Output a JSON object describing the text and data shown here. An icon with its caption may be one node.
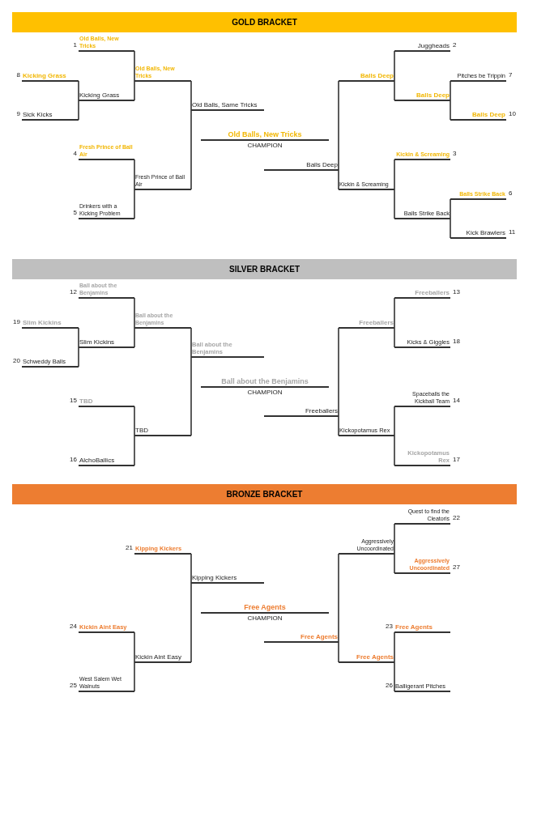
{
  "diagram": {
    "nodes": [
      {
        "text": [
          "GOLD BRACKET"
        ]
      },
      {
        "text": [
          "Old Balls, New Tricks"
        ],
        "beside": [
          "1"
        ]
      },
      {
        "text": [
          "Kicking Grass"
        ],
        "beside": [
          "8"
        ]
      },
      {
        "text": [
          "Sick Kicks"
        ],
        "beside": [
          "9"
        ]
      },
      {
        "text": [
          "Kicking Grass"
        ]
      },
      {
        "text": [
          "Old Balls, New Tricks"
        ]
      },
      {
        "text": [
          "Fresh Prince of Ball Air"
        ],
        "beside": [
          "4"
        ]
      },
      {
        "text": [
          "Drinkers with a Kicking Problem"
        ],
        "beside": [
          "5"
        ]
      },
      {
        "text": [
          "Fresh Prince of Ball Air"
        ]
      },
      {
        "text": [
          "Old Balls, Same Tricks"
        ]
      },
      {
        "text": [
          "Old Balls, New Tricks",
          "CHAMPION"
        ]
      },
      {
        "text": [
          "Balls Deep"
        ]
      },
      {
        "text": [
          "Balls Deep"
        ]
      },
      {
        "text": [
          "Kickin & Screaming"
        ]
      },
      {
        "text": [
          "Juggheads"
        ],
        "beside": [
          "2"
        ]
      },
      {
        "text": [
          "Balls Deep"
        ]
      },
      {
        "text": [
          "Pitches be Trippin"
        ],
        "beside": [
          "7"
        ]
      },
      {
        "text": [
          "Balls Deep"
        ],
        "beside": [
          "10"
        ]
      },
      {
        "text": [
          "Kickin & Screaming"
        ],
        "beside": [
          "3"
        ]
      },
      {
        "text": [
          "Balls Strike Back"
        ]
      },
      {
        "text": [
          "Balls Strike Back"
        ],
        "beside": [
          "6"
        ]
      },
      {
        "text": [
          "Kick Brawlers"
        ],
        "beside": [
          "11"
        ]
      },
      {
        "text": [
          "SILVER BRACKET"
        ]
      },
      {
        "text": [
          "Ball about the Benjamins"
        ],
        "beside": [
          "12"
        ]
      },
      {
        "text": [
          "Slim Kickins"
        ],
        "beside": [
          "19"
        ]
      },
      {
        "text": [
          "Schweddy Balls"
        ],
        "beside": [
          "20"
        ]
      },
      {
        "text": [
          "Slim Kickins"
        ]
      },
      {
        "text": [
          "Ball about the Benjamins"
        ]
      },
      {
        "text": [
          "TBD"
        ],
        "beside": [
          "15"
        ]
      },
      {
        "text": [
          "AlchoBallics"
        ],
        "beside": [
          "16"
        ]
      },
      {
        "text": [
          "TBD"
        ]
      },
      {
        "text": [
          "Ball about the Benjamins"
        ]
      },
      {
        "text": [
          "Ball about the Benjamins",
          "CHAMPION"
        ]
      },
      {
        "text": [
          "Freeballers"
        ]
      },
      {
        "text": [
          "Freeballers"
        ]
      },
      {
        "text": [
          "Kickopotamus Rex"
        ]
      },
      {
        "text": [
          "Freeballers"
        ],
        "beside": [
          "13"
        ]
      },
      {
        "text": [
          "Kicks & Giggles"
        ],
        "beside": [
          "18"
        ]
      },
      {
        "text": [
          "Spaceballs the Kickball Team"
        ],
        "beside": [
          "14"
        ]
      },
      {
        "text": [
          "Kickopotamus Rex"
        ],
        "beside": [
          "17"
        ]
      },
      {
        "text": [
          "BRONZE BRACKET"
        ]
      },
      {
        "text": [
          "Kipping Kickers"
        ],
        "beside": [
          "21"
        ]
      },
      {
        "text": [
          "Kickin Aint Easy"
        ],
        "beside": [
          "24"
        ]
      },
      {
        "text": [
          "West Salem Wet Walnuts"
        ],
        "beside": [
          "25"
        ]
      },
      {
        "text": [
          "Kickin Aint Easy"
        ]
      },
      {
        "text": [
          "Kipping Kickers"
        ]
      },
      {
        "text": [
          "Free Agents",
          "CHAMPION"
        ]
      },
      {
        "text": [
          "Free Agents"
        ]
      },
      {
        "text": [
          "Aggressively Uncoordinated"
        ]
      },
      {
        "text": [
          "Free Agents"
        ]
      },
      {
        "text": [
          "Quest to find the Cleatoris"
        ],
        "beside": [
          "22"
        ]
      },
      {
        "text": [
          "Aggressively Uncoordinated"
        ],
        "beside": [
          "27"
        ]
      },
      {
        "text": [
          "Free Agents"
        ],
        "beside": [
          "23"
        ]
      },
      {
        "text": [
          "Balligerant Pitches"
        ],
        "beside": [
          "26"
        ]
      }
    ],
    "edges": [
      {
        "from": 2,
        "to": 4,
        "arrow": "none"
      },
      {
        "from": 3,
        "to": 4,
        "arrow": "none"
      },
      {
        "from": 1,
        "to": 5,
        "arrow": "none"
      },
      {
        "from": 4,
        "to": 5,
        "arrow": "none"
      },
      {
        "from": 6,
        "to": 8,
        "arrow": "none"
      },
      {
        "from": 7,
        "to": 8,
        "arrow": "none"
      },
      {
        "from": 5,
        "to": 9,
        "arrow": "none"
      },
      {
        "from": 8,
        "to": 9,
        "arrow": "none"
      },
      {
        "from": 16,
        "to": 15,
        "arrow": "none"
      },
      {
        "from": 17,
        "to": 15,
        "arrow": "none"
      },
      {
        "from": 14,
        "to": 12,
        "arrow": "none"
      },
      {
        "from": 15,
        "to": 12,
        "arrow": "none"
      },
      {
        "from": 20,
        "to": 19,
        "arrow": "none"
      },
      {
        "from": 21,
        "to": 19,
        "arrow": "none"
      },
      {
        "from": 18,
        "to": 13,
        "arrow": "none"
      },
      {
        "from": 19,
        "to": 13,
        "arrow": "none"
      },
      {
        "from": 12,
        "to": 11,
        "arrow": "none"
      },
      {
        "from": 13,
        "to": 11,
        "arrow": "none"
      },
      {
        "from": 24,
        "to": 26,
        "arrow": "none"
      },
      {
        "from": 25,
        "to": 26,
        "arrow": "none"
      },
      {
        "from": 23,
        "to": 27,
        "arrow": "none"
      },
      {
        "from": 26,
        "to": 27,
        "arrow": "none"
      },
      {
        "from": 28,
        "to": 30,
        "arrow": "none"
      },
      {
        "from": 29,
        "to": 30,
        "arrow": "none"
      },
      {
        "from": 27,
        "to": 31,
        "arrow": "none"
      },
      {
        "from": 30,
        "to": 31,
        "arrow": "none"
      },
      {
        "from": 36,
        "to": 34,
        "arrow": "none"
      },
      {
        "from": 37,
        "to": 34,
        "arrow": "none"
      },
      {
        "from": 38,
        "to": 35,
        "arrow": "none"
      },
      {
        "from": 39,
        "to": 35,
        "arrow": "none"
      },
      {
        "from": 34,
        "to": 33,
        "arrow": "none"
      },
      {
        "from": 35,
        "to": 33,
        "arrow": "none"
      },
      {
        "from": 42,
        "to": 44,
        "arrow": "none"
      },
      {
        "from": 43,
        "to": 44,
        "arrow": "none"
      },
      {
        "from": 41,
        "to": 45,
        "arrow": "none"
      },
      {
        "from": 44,
        "to": 45,
        "arrow": "none"
      },
      {
        "from": 50,
        "to": 48,
        "arrow": "none"
      },
      {
        "from": 51,
        "to": 48,
        "arrow": "none"
      },
      {
        "from": 52,
        "to": 49,
        "arrow": "none"
      },
      {
        "from": 53,
        "to": 49,
        "arrow": "none"
      },
      {
        "from": 48,
        "to": 47,
        "arrow": "none"
      },
      {
        "from": 49,
        "to": 47,
        "arrow": "none"
      }
    ]
  }
}
